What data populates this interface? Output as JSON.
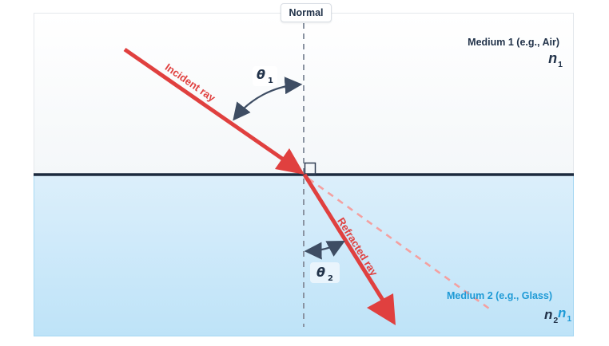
{
  "colors": {
    "ray_red": "#E0403F",
    "ray_faint_pink": "#F4A0A0",
    "interface_line": "#1C2A3E",
    "normal_line_gray": "#8A93A1",
    "angle_arc": "#3E4D63",
    "dark_navy_text": "#22334A",
    "medium2_text_blue": "#1E9AD6",
    "medium1_bg_top": "#FFFFFF",
    "medium1_bg_bottom": "#F4F7F9",
    "medium2_bg_top": "#DCEFFB",
    "medium2_bg_bottom": "#BEE3F8"
  },
  "normal_chip": {
    "label": "Normal"
  },
  "medium1": {
    "label": "Medium 1 (e.g., Air)",
    "index": {
      "base": "n",
      "sub": "1"
    }
  },
  "medium2": {
    "label": "Medium 2 (e.g., Glass)",
    "index": {
      "base": "n",
      "sub": "2"
    },
    "overlapping_index": {
      "base": "n",
      "sub": "1"
    }
  },
  "rays": {
    "incident": {
      "label": "Incident ray"
    },
    "refracted": {
      "label": "Refracted ray"
    }
  },
  "angles": {
    "incidence": {
      "symbol": "θ",
      "sub": "1"
    },
    "refraction": {
      "symbol": "θ",
      "sub": "2"
    }
  }
}
